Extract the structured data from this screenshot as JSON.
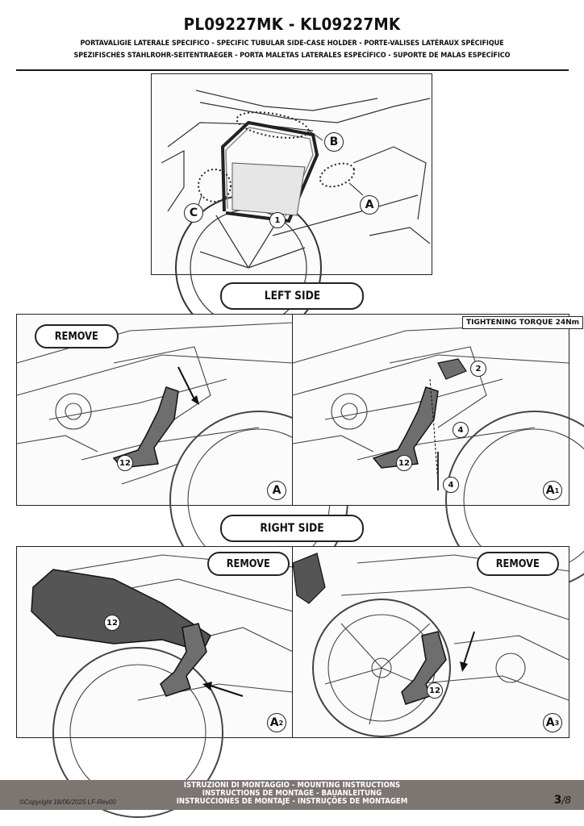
{
  "header": {
    "title": "PL09227MK - KL09227MK",
    "subtitle_line1": "PORTAVALIGIE LATERALE SPECIFICO  -  SPECIFIC TUBULAR SIDE-CASE HOLDER  - PORTE-VALISES LATÉRAUX SPÉCIFIQUE",
    "subtitle_line2": "SPEZIFISCHES STAHLROHR-SEITENTRAEGER - PORTA MALETAS LATERALES ESPECÍFICO - SUPORTE DE MALAS ESPECÍFICO"
  },
  "overview": {
    "callouts": {
      "b": "B",
      "a": "A",
      "c": "C",
      "one": "1"
    }
  },
  "sections": {
    "left_side": "LEFT SIDE",
    "right_side": "RIGHT SIDE"
  },
  "panels": {
    "a": {
      "label": "REMOVE",
      "step": "A",
      "part": "12"
    },
    "a1": {
      "torque": "TIGHTENING TORQUE 24Nm",
      "step": "A",
      "step_sub": "1",
      "parts": [
        "2",
        "4",
        "12",
        "4"
      ]
    },
    "a2": {
      "label": "REMOVE",
      "step": "A",
      "step_sub": "2",
      "part": "12"
    },
    "a3": {
      "label": "REMOVE",
      "step": "A",
      "step_sub": "3",
      "part": "12"
    }
  },
  "footer": {
    "line1": "ISTRUZIONI DI MONTAGGIO  -  MOUNTING INSTRUCTIONS",
    "line2": "INSTRUCTIONS DE MONTAGE - BAUANLEITUNG",
    "line3": "INSTRUCCIONES DE MONTAJE - INSTRUÇÕES DE MONTAGEM",
    "copyright": "©Copyright 18/06/2025 LF-Rev00",
    "page": "3",
    "total": "/8"
  }
}
